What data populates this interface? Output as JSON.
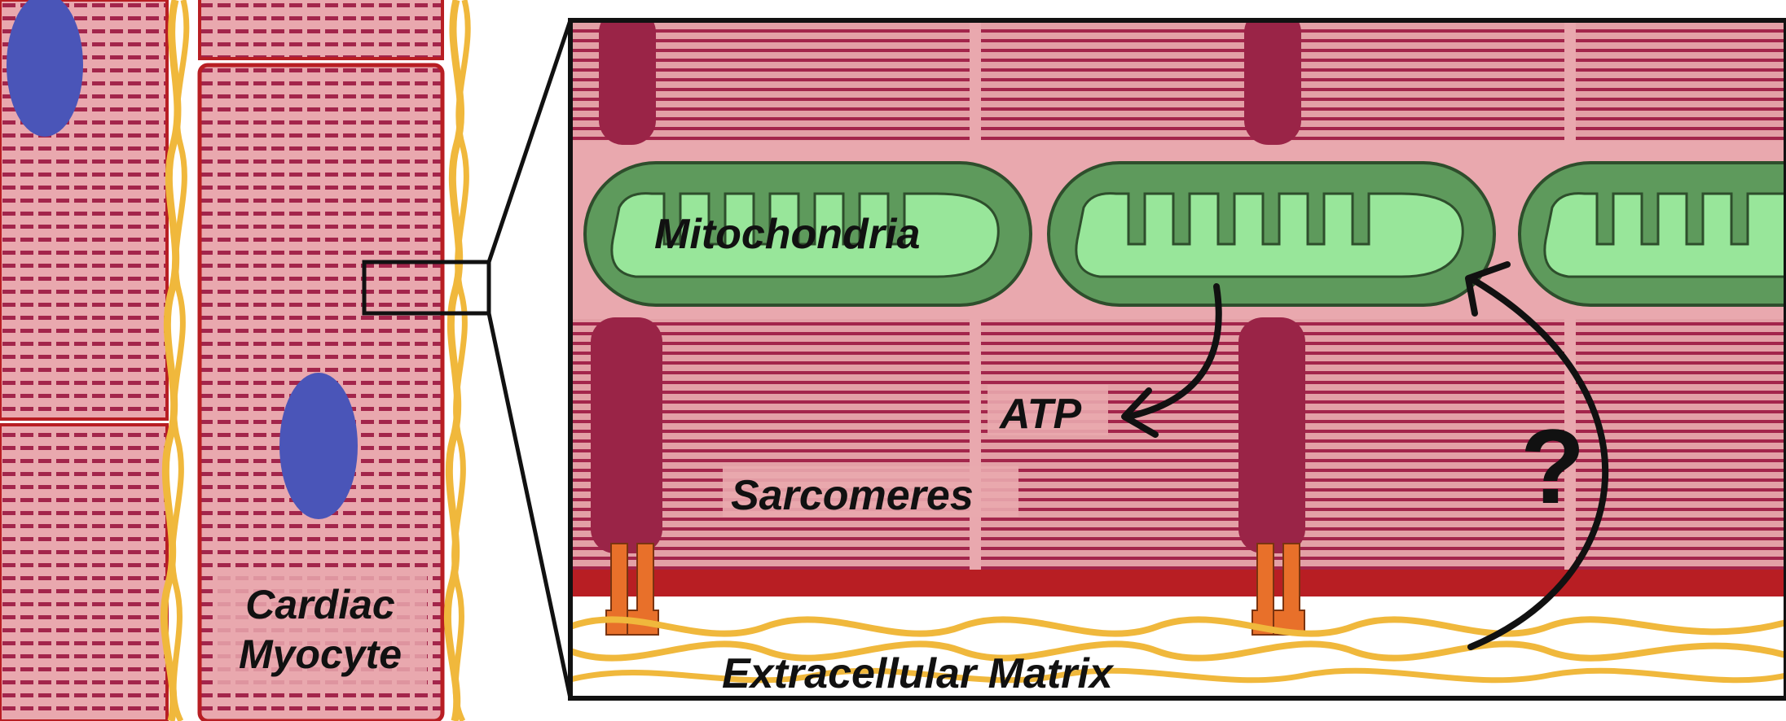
{
  "labels": {
    "mitochondria": "Mitochondria",
    "atp": "ATP",
    "sarcomeres": "Sarcomeres",
    "extracellular_matrix": "Extracellular Matrix",
    "question_mark": "?",
    "cardiac_myocyte": "Cardiac Myocyte"
  },
  "colors": {
    "cytoplasm_pink": "#E9A8AE",
    "sarcomere_stripe": "#A3254B",
    "z_disc": "#9A2447",
    "mitochondria_outer": "#5E9A5C",
    "mitochondria_inner": "#98E69A",
    "nucleus": "#4A55B8",
    "membrane_red": "#B81E23",
    "integrin_orange": "#E8702A",
    "collagen_yellow": "#F0B83C",
    "outline_black": "#111111"
  }
}
